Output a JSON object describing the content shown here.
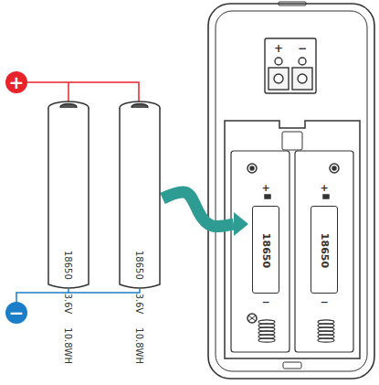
{
  "diagram": {
    "nodes": [
      {
        "text": [
          "18650",
          "3.6V",
          "10.8WH"
        ]
      },
      {
        "text": [
          "18650",
          "3.6V",
          "10.8WH"
        ]
      },
      {
        "text": [
          "18650"
        ]
      },
      {
        "text": [
          "18650"
        ]
      }
    ],
    "edges": [
      {
        "from": 1,
        "to": 2,
        "arrow": "to"
      }
    ],
    "labels": [
      "+",
      "−",
      "+",
      "−",
      "+",
      "−",
      "+",
      "−"
    ]
  }
}
